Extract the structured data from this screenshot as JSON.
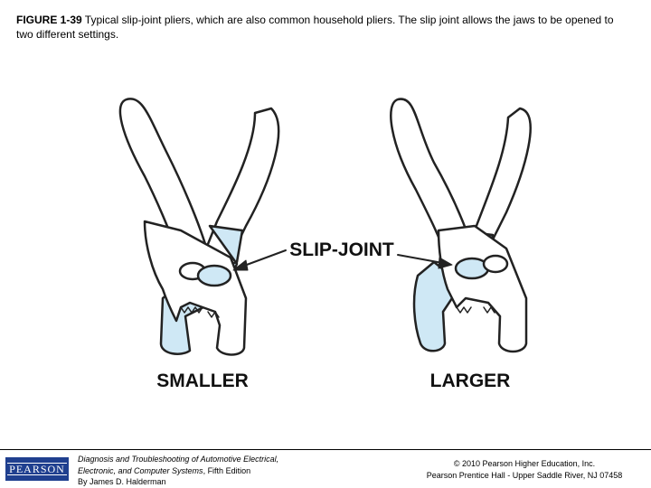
{
  "caption": {
    "figure_label": "FIGURE 1-39",
    "text": " Typical slip-joint pliers, which are also common household pliers. The slip joint allows the jaws to be opened to two different settings."
  },
  "illustration": {
    "callout_label": "SLIP-JOINT",
    "left_label": "SMALLER",
    "right_label": "LARGER",
    "colors": {
      "fill": "#cfe8f5",
      "outline": "#222222"
    }
  },
  "footer": {
    "logo_text": "PEARSON",
    "book_title_line1": "Diagnosis and Troubleshooting of Automotive Electrical,",
    "book_title_line2": "Electronic, and Computer Systems",
    "book_edition": ", Fifth Edition",
    "book_author": "By James D. Halderman",
    "copyright_line1": "© 2010 Pearson Higher Education, Inc.",
    "copyright_line2": "Pearson Prentice Hall - Upper Saddle River, NJ 07458"
  }
}
